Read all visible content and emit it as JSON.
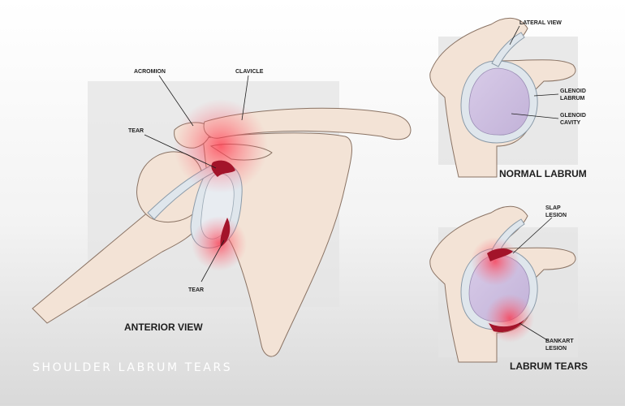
{
  "labels": {
    "acromion": "ACROMION",
    "clavicle": "CLAVICLE",
    "tear_upper": "TEAR",
    "tear_lower": "TEAR",
    "anterior_view": "ANTERIOR VIEW",
    "lateral_view": "LATERAL VIEW",
    "glenoid_labrum": [
      "GLENOID",
      "LABRUM"
    ],
    "glenoid_cavity": [
      "GLENOID",
      "CAVITY"
    ],
    "normal_labrum": "NORMAL LABRUM",
    "slap_lesion": [
      "SLAP",
      "LESION"
    ],
    "bankart_lesion": [
      "BANKART",
      "LESION"
    ],
    "labrum_tears": "LABRUM TEARS"
  },
  "brand_title": "SHOULDER LABRUM TEARS",
  "colors": {
    "bone": "#f3e3d6",
    "bone_outline": "#8a7364",
    "labrum": "#dfe6ec",
    "cavity": "#cfc1e0",
    "tear": "#a3142a",
    "inflammation": "#ff4d5e",
    "panel": "#e6e6e6"
  }
}
